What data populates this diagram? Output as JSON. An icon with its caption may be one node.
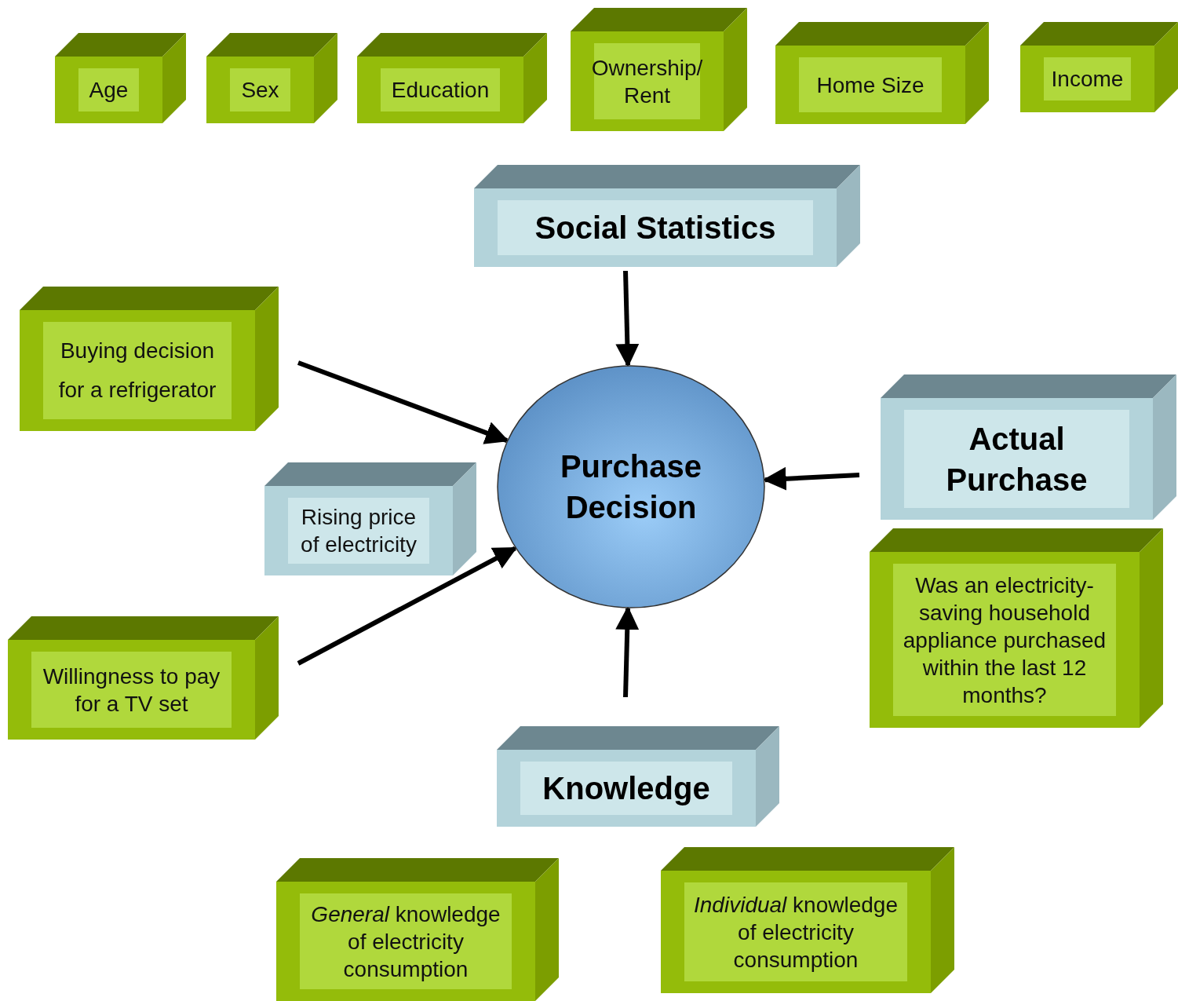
{
  "diagram": {
    "nodes": [
      {
        "text": [
          "Age"
        ]
      },
      {
        "text": [
          "Sex"
        ]
      },
      {
        "text": [
          "Education"
        ]
      },
      {
        "text": [
          "Ownership/ Rent"
        ]
      },
      {
        "text": [
          "Home Size"
        ]
      },
      {
        "text": [
          "Income"
        ]
      },
      {
        "text": [
          "Social Statistics"
        ]
      },
      {
        "text": [
          "Buying decision for a refrigerator"
        ]
      },
      {
        "text": [
          "Purchase Decision"
        ]
      },
      {
        "text": [
          "Actual Purchase"
        ]
      },
      {
        "text": [
          "Rising price of electricity"
        ]
      },
      {
        "text": [
          "Was an electricity-saving household appliance purchased within the last 12 months?"
        ]
      },
      {
        "text": [
          "Willingness to pay for a TV set"
        ]
      },
      {
        "text": [
          "Knowledge"
        ]
      },
      {
        "text": [
          "*General* knowledge of electricity consumption"
        ]
      },
      {
        "text": [
          "*Individual* knowledge of electricity consumption"
        ]
      }
    ],
    "edges": [
      {
        "from": 6,
        "to": 8,
        "arrow": "to"
      },
      {
        "from": 7,
        "to": 8,
        "arrow": "to"
      },
      {
        "from": 9,
        "to": 8,
        "arrow": "to"
      },
      {
        "from": 12,
        "to": 8,
        "arrow": "to"
      },
      {
        "from": 13,
        "to": 8,
        "arrow": "to"
      }
    ]
  }
}
